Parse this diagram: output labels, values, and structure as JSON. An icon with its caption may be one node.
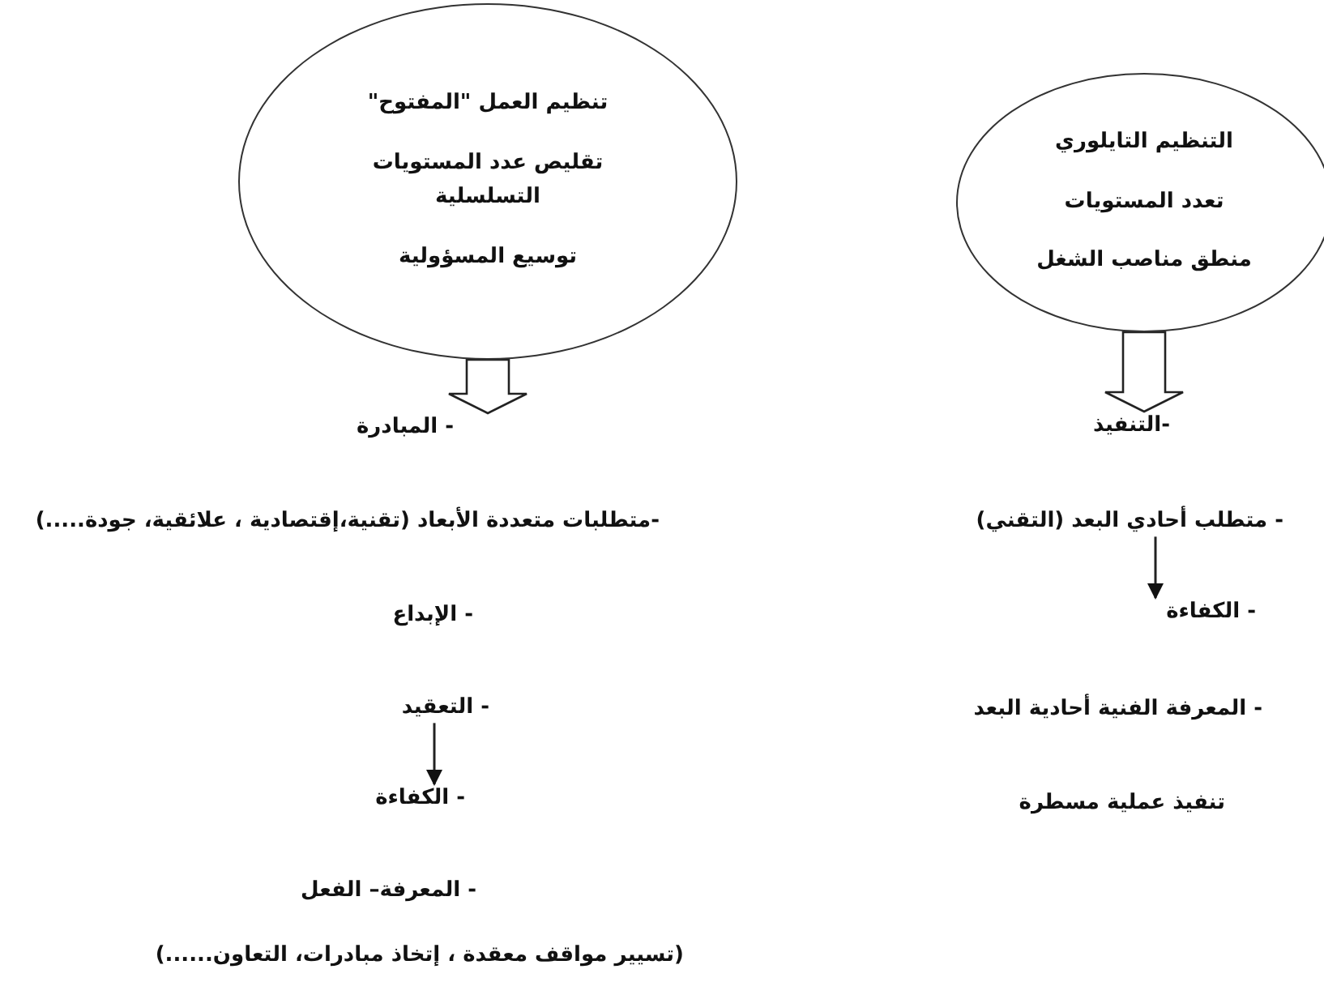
{
  "diagram": {
    "nodes": [
      {
        "text": [
          "التنظيم التايلوري",
          "تعدد المستويات",
          "منطق مناصب الشغل"
        ]
      },
      {
        "text": [
          "-التنفيذ"
        ]
      },
      {
        "text": [
          "- متطلب أحادي البعد (التقني)"
        ]
      },
      {
        "text": [
          "- الكفاءة"
        ]
      },
      {
        "text": [
          "تنظيم العمل \"المفتوح\"",
          "تقليص عدد المستويات التسلسلية",
          "توسيع المسؤولية"
        ]
      },
      {
        "text": [
          "- المبادرة"
        ]
      },
      {
        "text": [
          "- التعقيد"
        ]
      },
      {
        "text": [
          "- الكفاءة"
        ]
      }
    ],
    "edges": [
      {
        "from": 0,
        "to": 1,
        "arrow": "to",
        "style": "thick"
      },
      {
        "from": 4,
        "to": 5,
        "arrow": "to",
        "style": "thick"
      },
      {
        "from": 2,
        "to": 3,
        "arrow": "to"
      },
      {
        "from": 6,
        "to": 7,
        "arrow": "to"
      }
    ],
    "labels": [
      "- المعرفة الفنية أحادية البعد",
      "تنفيذ عملية مسطرة",
      "-متطلبات متعددة الأبعاد (تقنية،إقتصادية ، علائقية، جودة.....)",
      "- الإبداع",
      "- المعرفة– الفعل",
      "(تسيير مواقف معقدة ، إتخاذ مبادرات، التعاون......)"
    ]
  }
}
